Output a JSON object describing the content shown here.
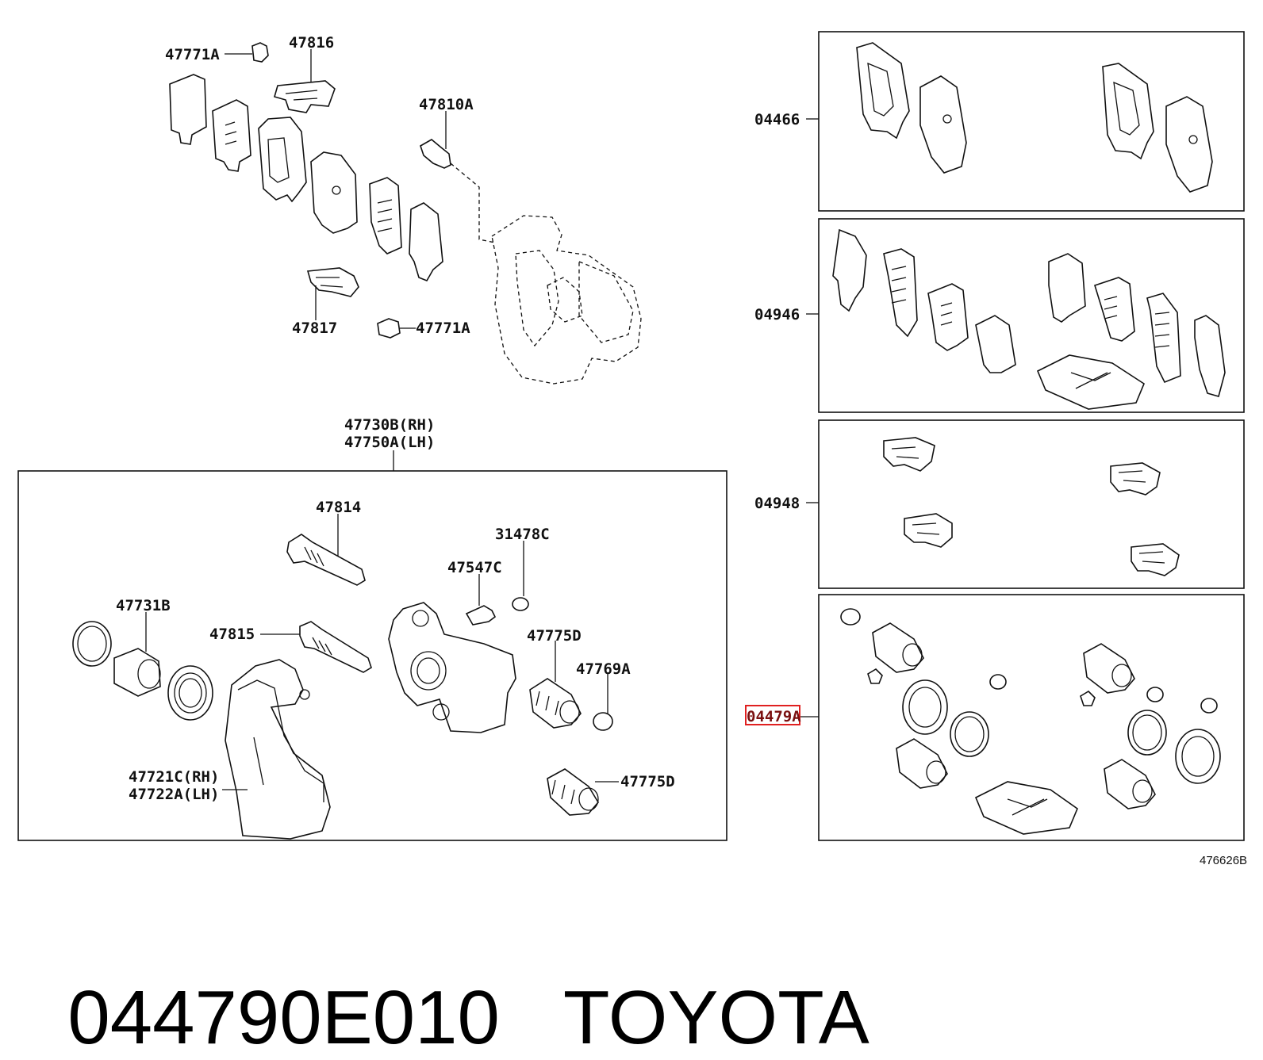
{
  "labels": {
    "p47771a_top": "47771A",
    "p47816": "47816",
    "p47810a": "47810A",
    "p47817": "47817",
    "p47771a_bottom": "47771A",
    "p47730b_rh": "47730B(RH)",
    "p47750a_lh": "47750A(LH)",
    "p47814": "47814",
    "p31478c": "31478C",
    "p47547c": "47547C",
    "p47731b": "47731B",
    "p47815": "47815",
    "p47775d_a": "47775D",
    "p47769a": "47769A",
    "p47721c_rh": "47721C(RH)",
    "p47722a_lh": "47722A(LH)",
    "p47775d_b": "47775D",
    "kit_04466": "04466",
    "kit_04946": "04946",
    "kit_04948": "04948",
    "kit_04479a": "04479A",
    "ref_code": "476626B"
  },
  "caption": {
    "part_number": "044790E010",
    "brand": "TOYOTA"
  },
  "highlight_color": "#e02020"
}
